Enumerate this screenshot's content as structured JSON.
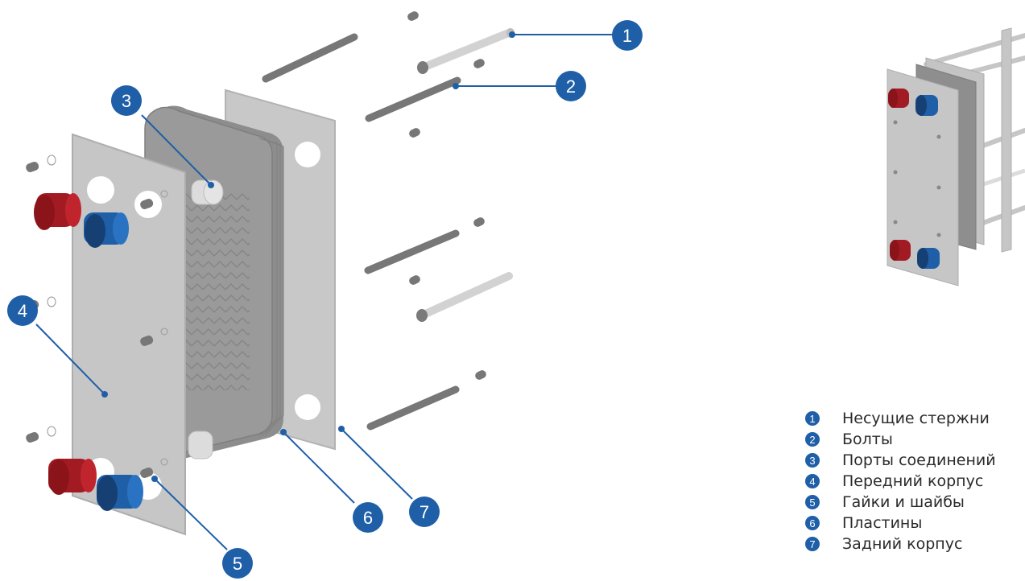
{
  "colors": {
    "callout": "#1f5fa8",
    "plate": "#c8c8c8",
    "plate_edge": "#aeaeae",
    "stack": "#8f8f8f",
    "rod": "#777777",
    "rod_light": "#d2d2d2",
    "port_hot": "#a31b22",
    "port_cold": "#1f5fa8"
  },
  "callouts": [
    "1",
    "2",
    "3",
    "4",
    "5",
    "6",
    "7"
  ],
  "legend": [
    {
      "num": "1",
      "label": "Несущие стержни"
    },
    {
      "num": "2",
      "label": "Болты"
    },
    {
      "num": "3",
      "label": "Порты соединений"
    },
    {
      "num": "4",
      "label": "Передний корпус"
    },
    {
      "num": "5",
      "label": "Гайки и шайбы"
    },
    {
      "num": "6",
      "label": "Пластины"
    },
    {
      "num": "7",
      "label": "Задний корпус"
    }
  ]
}
